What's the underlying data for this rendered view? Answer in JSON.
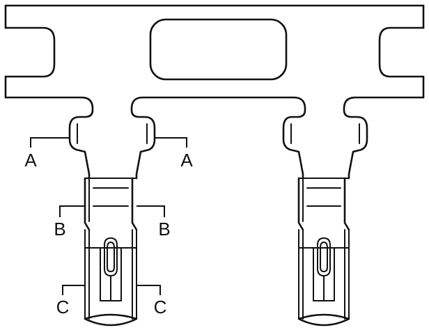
{
  "callouts": {
    "a_left": "A",
    "a_right": "A",
    "b_left": "B",
    "b_right": "B",
    "c_left": "C",
    "c_right": "C"
  },
  "colors": {
    "line": "#111111",
    "background": "#ffffff"
  }
}
